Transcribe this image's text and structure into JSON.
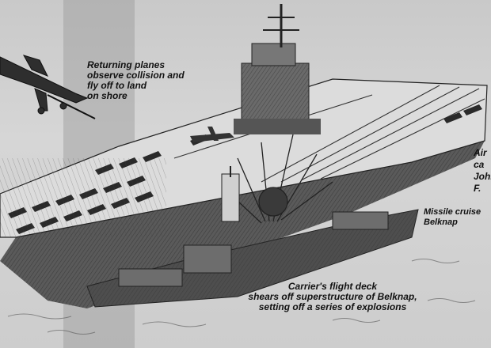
{
  "labels": {
    "returning_planes": "Returning planes\nobserve collision and\nfly off to land\non shore",
    "carrier_partial": "Air\nca\nJohn F.",
    "belknap": "Missile cruise\nBelknap",
    "flight_deck": "Carrier's flight deck\nshears off superstructure of Belknap,\nsetting off a series of explosions"
  },
  "colors": {
    "ink": "#111111",
    "hull": "#5a5a5a",
    "deck": "#dcdcdc",
    "sea": "#c4c4c4"
  }
}
